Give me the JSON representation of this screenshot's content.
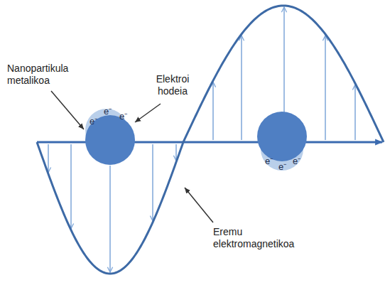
{
  "diagram": {
    "labels": [
      "Nanopartikula metalikoa",
      "Elektroi hodeia",
      "Eremu elektromagnetikoa",
      "e⁻",
      "e⁻",
      "e⁻",
      "e⁻",
      "e⁻",
      "e⁻"
    ]
  }
}
